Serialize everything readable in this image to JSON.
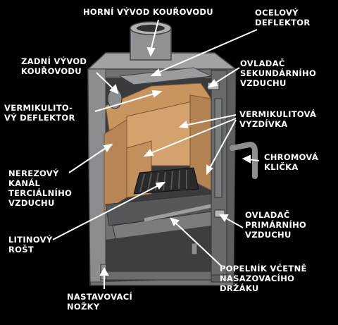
{
  "labels": {
    "horni_vyvod": [
      "HORNÍ VÝVOD KOUŘOVODU"
    ],
    "ocelovy_deflektor": [
      "OCELOVÝ",
      "DEFLEKTOR"
    ],
    "zadni_vyvod": [
      "ZADNÍ VÝVOD",
      "KOUŘOVODU"
    ],
    "ovladac_sekundarniho": [
      "OVLADAČ",
      "SEKUNDÁRNÍHO",
      "VZDUCHU"
    ],
    "vermikulitovy_deflektor": [
      "VERMIKULITO-",
      "VÝ DEFLEKTOR"
    ],
    "vermikulitova_vyzdivka": [
      "VERMIKULITOVÁ",
      "VYZDÍVKA"
    ],
    "chromova_klicka": [
      "CHROMOVÁ",
      "KLIČKA"
    ],
    "nerezovy_kanal": [
      "NEREZOVÝ",
      "KANÁL",
      "TERCIÁLNÍHO",
      "VZDUCHU"
    ],
    "ovladac_primarniho": [
      "OVLADAČ",
      "PRIMÁRNÍHO",
      "VZDUCHU"
    ],
    "litinovy_rost": [
      "LITINOVÝ",
      "ROŠT"
    ],
    "popelnik": [
      "POPELNÍK VČETNĚ",
      "NASAZOVACÍHO",
      "DRŽÁKU"
    ],
    "nastavovaci_nozky": [
      "NASTAVOVACÍ",
      "NOŽKY"
    ]
  },
  "colors": {
    "background": "#000000",
    "label_text": "#ffffff",
    "leader_line": "#ffffff",
    "steel": "#7d7f82",
    "steel_light": "#a9abae",
    "steel_dark": "#4f5154",
    "vermiculite": "#c8955f",
    "vermiculite_dark": "#9b6d43",
    "grate": "#2a2a2a"
  }
}
